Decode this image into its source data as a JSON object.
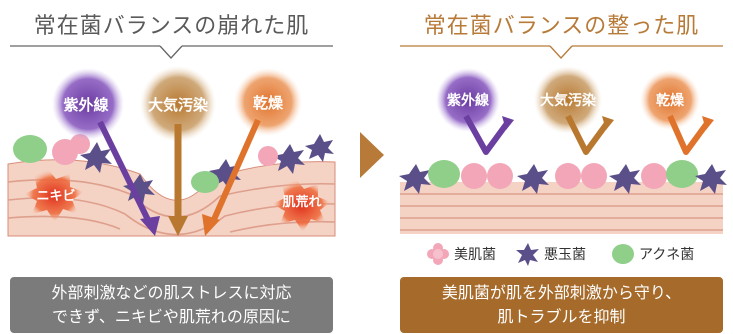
{
  "left": {
    "title": "常在菌バランスの崩れた肌",
    "threats": [
      {
        "label": "紫外線",
        "color": "#6b3fa0"
      },
      {
        "label": "大気汚染",
        "color": "#b8782f"
      },
      {
        "label": "乾燥",
        "color": "#e0732c"
      }
    ],
    "problems": [
      "ニキビ",
      "肌荒れ"
    ],
    "caption": {
      "line1": "外部刺激などの肌ストレスに対応",
      "line2": "できず、ニキビや肌荒れの原因に"
    }
  },
  "right": {
    "title": "常在菌バランスの整った肌",
    "threats": [
      {
        "label": "紫外線",
        "color": "#6b3fa0"
      },
      {
        "label": "大気汚染",
        "color": "#b8782f"
      },
      {
        "label": "乾燥",
        "color": "#e0732c"
      }
    ],
    "legend": [
      {
        "label": "美肌菌",
        "icon": "pink-flower-icon",
        "color": "#f2a6b8"
      },
      {
        "label": "悪玉菌",
        "icon": "purple-spiky-icon",
        "color": "#5b4f8a"
      },
      {
        "label": "アクネ菌",
        "icon": "green-oval-icon",
        "color": "#8fcf8a"
      }
    ],
    "caption": {
      "line1": "美肌菌が肌を外部刺激から守り、",
      "line2": "肌トラブルを抑制"
    }
  },
  "colors": {
    "left_title": "#5a5a5a",
    "right_title": "#b87a38",
    "left_caption_bg": "#7b7b7b",
    "right_caption_bg": "#a66a2a",
    "arrow": "#b87a38"
  }
}
